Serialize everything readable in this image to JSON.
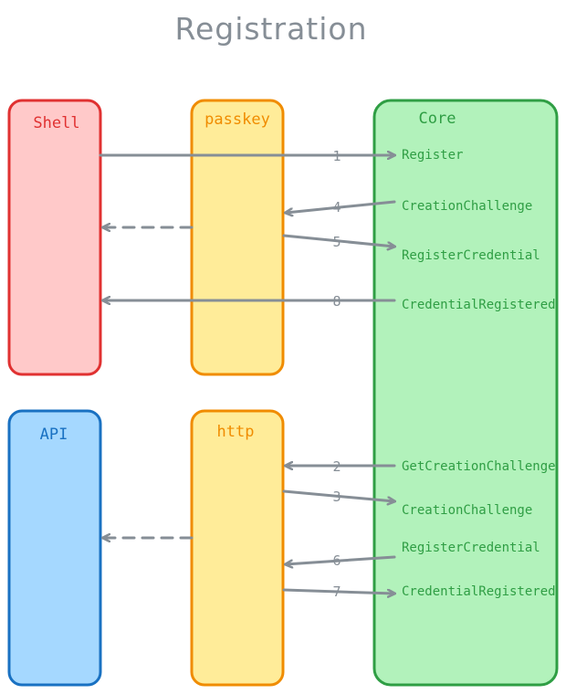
{
  "title": "Registration",
  "boxes": {
    "shell": {
      "label": "Shell",
      "fill": "#ffc9c9",
      "stroke": "#e03131"
    },
    "passkey": {
      "label": "passkey",
      "fill": "#ffec99",
      "stroke": "#f08c00"
    },
    "core": {
      "label": "Core",
      "fill": "#b2f2bb",
      "stroke": "#2f9e44"
    },
    "api": {
      "label": "API",
      "fill": "#a5d8ff",
      "stroke": "#1971c2"
    },
    "http": {
      "label": "http",
      "fill": "#ffec99",
      "stroke": "#f08c00"
    }
  },
  "messages": [
    {
      "number": "1",
      "label": "Register"
    },
    {
      "number": "4",
      "label": "CreationChallenge"
    },
    {
      "number": "5",
      "label": "RegisterCredential"
    },
    {
      "number": "8",
      "label": "CredentialRegistered"
    },
    {
      "number": "2",
      "label": "GetCreationChallenge"
    },
    {
      "number": "3",
      "label": "CreationChallenge"
    },
    {
      "number": "6",
      "label": "RegisterCredential"
    },
    {
      "number": "7",
      "label": "CredentialRegistered"
    }
  ]
}
